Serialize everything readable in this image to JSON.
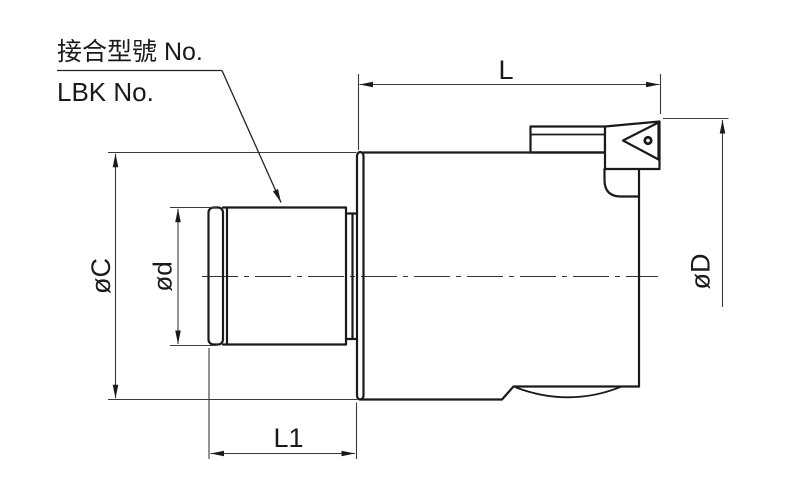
{
  "figure": {
    "type": "engineering-drawing",
    "description": "Side view of LBK boring head tool holder with dimension callouts",
    "background_color": "#ffffff",
    "outline_color": "#1a1a1a",
    "dimension_color": "#3a3a3a"
  },
  "callout": {
    "line1": "接合型號 No.",
    "line2": "LBK No."
  },
  "dimensions": {
    "overall_length": "L",
    "shank_length": "L1",
    "flange_diameter": "øC",
    "shank_diameter": "ød",
    "cutting_diameter": "øD"
  }
}
